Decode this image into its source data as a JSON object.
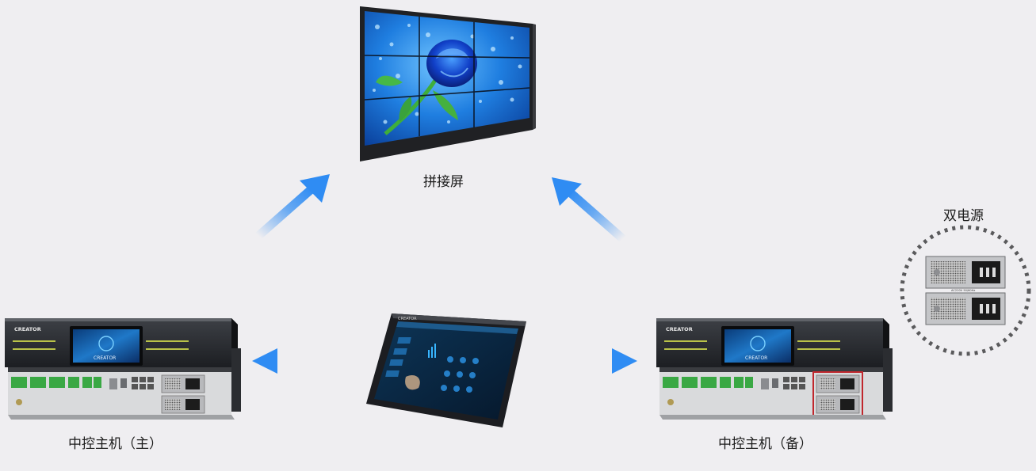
{
  "labels": {
    "video_wall": "拼接屏",
    "dual_power": "双电源",
    "host_main": "中控主机（主）",
    "host_backup": "中控主机（备）"
  },
  "devices": {
    "brand": "CREATOR",
    "screen_brand": "CREATOR",
    "psu_rating": "AC220V 50/60Hz"
  },
  "colors": {
    "arrow": "#2f8cf3",
    "background": "#efeef1",
    "wall_blue": "#1f6fd0",
    "highlight_box": "#c0272d"
  },
  "icons": {
    "wall": "video-wall-icon",
    "tablet": "touch-panel-icon",
    "host": "control-host-icon",
    "psu": "power-supply-icon"
  }
}
